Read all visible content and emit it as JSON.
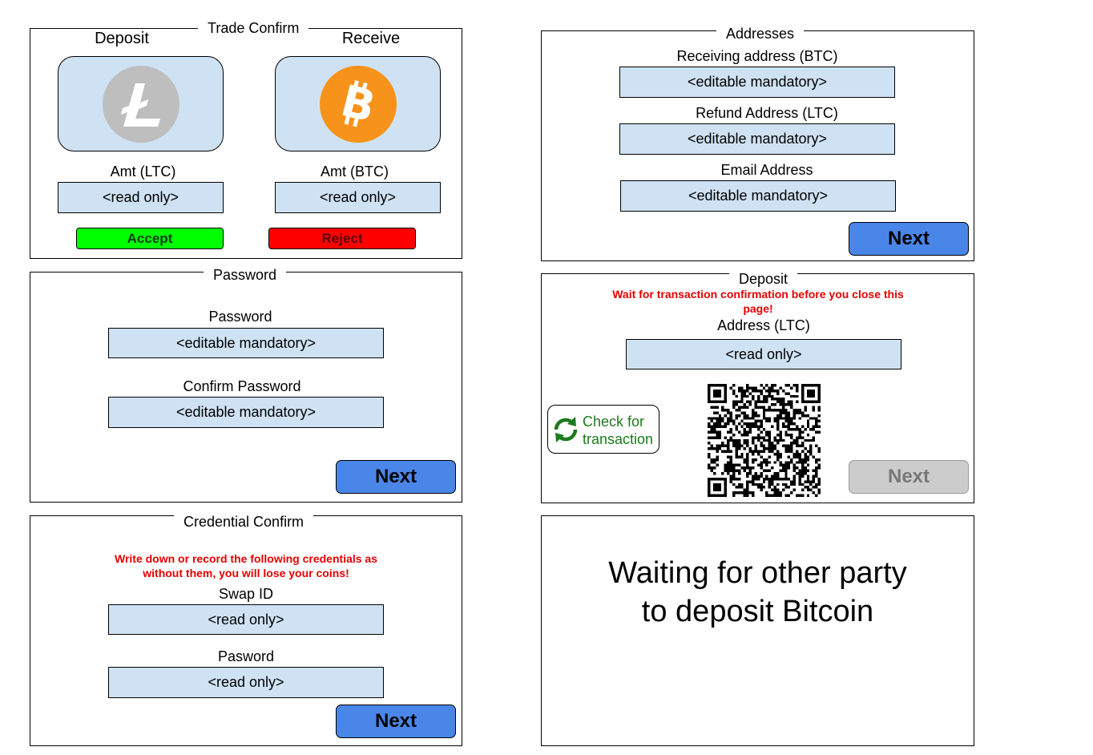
{
  "trade_confirm": {
    "title": "Trade Confirm",
    "deposit_label": "Deposit",
    "receive_label": "Receive",
    "deposit_coin_icon": "litecoin-icon",
    "receive_coin_icon": "bitcoin-icon",
    "amt_ltc_label": "Amt (LTC)",
    "amt_btc_label": "Amt (BTC)",
    "amt_ltc_value": "<read only>",
    "amt_btc_value": "<read only>",
    "accept_label": "Accept",
    "reject_label": "Reject",
    "accept_color": "#00ff00",
    "reject_color": "#ff0000"
  },
  "addresses": {
    "title": "Addresses",
    "receiving_label": "Receiving address (BTC)",
    "receiving_value": "<editable mandatory>",
    "refund_label": "Refund Address (LTC)",
    "refund_value": "<editable mandatory>",
    "email_label": "Email Address",
    "email_value": "<editable mandatory>",
    "next_label": "Next"
  },
  "password": {
    "title": "Password",
    "password_label": "Password",
    "password_value": "<editable mandatory>",
    "confirm_label": "Confirm Password",
    "confirm_value": "<editable mandatory>",
    "next_label": "Next"
  },
  "deposit": {
    "title": "Deposit",
    "warning": "Wait for transaction confirmation before you close this page!",
    "address_label": "Address (LTC)",
    "address_value": "<read only>",
    "check_label_1": "Check for",
    "check_label_2": "transaction",
    "check_icon": "refresh-icon",
    "qr_icon": "qr-code-icon",
    "next_label": "Next",
    "next_disabled": true
  },
  "credential_confirm": {
    "title": "Credential Confirm",
    "warning": "Write down or record the following credentials as without them, you will lose your coins!",
    "swap_id_label": "Swap ID",
    "swap_id_value": "<read only>",
    "pasword_label": "Pasword",
    "pasword_value": "<read only>",
    "next_label": "Next"
  },
  "waiting": {
    "line1": "Waiting for other party",
    "line2": "to deposit Bitcoin"
  },
  "colors": {
    "field_bg": "#cfe2f3",
    "next_bg": "#4a86e8",
    "next_disabled_bg": "#cccccc",
    "warning_text": "#e60000",
    "check_text": "#1e7a1e",
    "litecoin_grey": "#bebebe",
    "bitcoin_orange": "#f7931a"
  }
}
